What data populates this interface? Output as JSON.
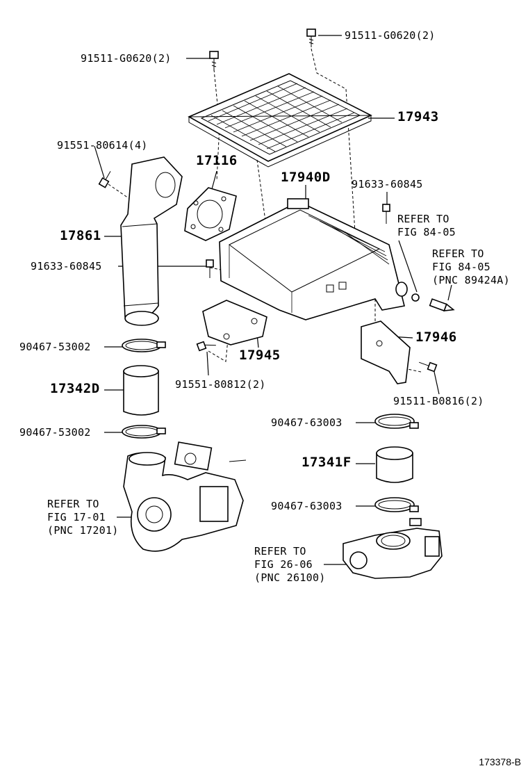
{
  "callouts": {
    "bolt_top_right": "91511-G0620(2)",
    "bolt_top_left": "91511-G0620(2)",
    "air_filter": "17943",
    "bolt_left_pipe": "91551-80614(4)",
    "gasket": "17116",
    "intercooler": "17940D",
    "bolt_right": "91633-60845",
    "pipe": "17861",
    "bolt_mid": "91633-60845",
    "clamp_1": "90467-53002",
    "bracket_left": "17945",
    "bracket_right": "17946",
    "bolt_bracket": "91551-80812(2)",
    "hose_left": "17342D",
    "bolt_bracket_right": "91511-B0816(2)",
    "clamp_2": "90467-53002",
    "clamp_3": "90467-63003",
    "hose_right": "17341F",
    "clamp_4": "90467-63003"
  },
  "references": {
    "ref_84_05_a": "REFER TO\nFIG 84-05",
    "ref_84_05_b": "REFER TO\nFIG 84-05\n(PNC 89424A)",
    "ref_17_01": "REFER TO\nFIG 17-01\n(PNC 17201)",
    "ref_26_06": "REFER TO\nFIG 26-06\n(PNC 26100)"
  },
  "figure_code": "173378-B"
}
